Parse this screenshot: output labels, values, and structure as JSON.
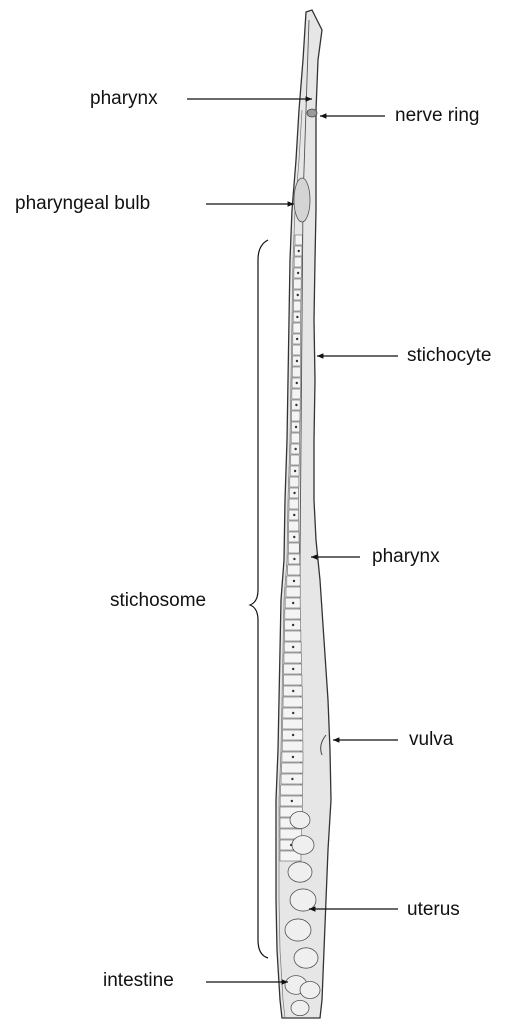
{
  "labels": {
    "pharynx_top": "pharynx",
    "nerve_ring": "nerve ring",
    "pharyngeal_bulb": "pharyngeal bulb",
    "stichocyte": "stichocyte",
    "pharynx_mid": "pharynx",
    "stichosome": "stichosome",
    "vulva": "vulva",
    "uterus": "uterus",
    "intestine": "intestine"
  },
  "colors": {
    "ink": "#111111",
    "body_fill": "#e6e6e6",
    "cell_fill": "#f4f4f4",
    "outline": "#333333"
  }
}
